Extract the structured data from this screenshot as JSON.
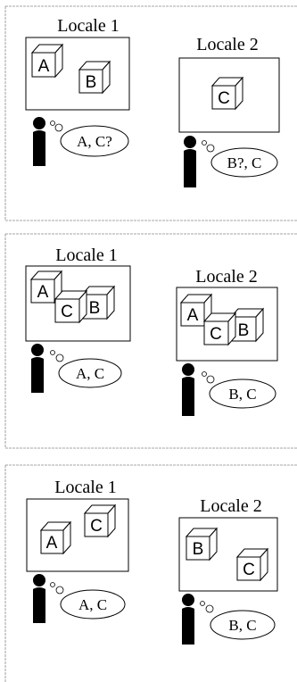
{
  "scenes": [
    {
      "locale1": {
        "title": "Locale 1",
        "cubes": [
          "A",
          "B"
        ]
      },
      "locale2": {
        "title": "Locale 2",
        "cubes": [
          "C"
        ]
      },
      "thought1": "A, C?",
      "thought2": "B?, C"
    },
    {
      "locale1": {
        "title": "Locale 1",
        "cubes": [
          "A",
          "C",
          "B"
        ]
      },
      "locale2": {
        "title": "Locale 2",
        "cubes": [
          "A",
          "C",
          "B"
        ]
      },
      "thought1": "A, C",
      "thought2": "B, C"
    },
    {
      "locale1": {
        "title": "Locale 1",
        "cubes": [
          "A",
          "C"
        ]
      },
      "locale2": {
        "title": "Locale 2",
        "cubes": [
          "B",
          "C"
        ]
      },
      "thought1": "A, C",
      "thought2": "B, C"
    }
  ]
}
